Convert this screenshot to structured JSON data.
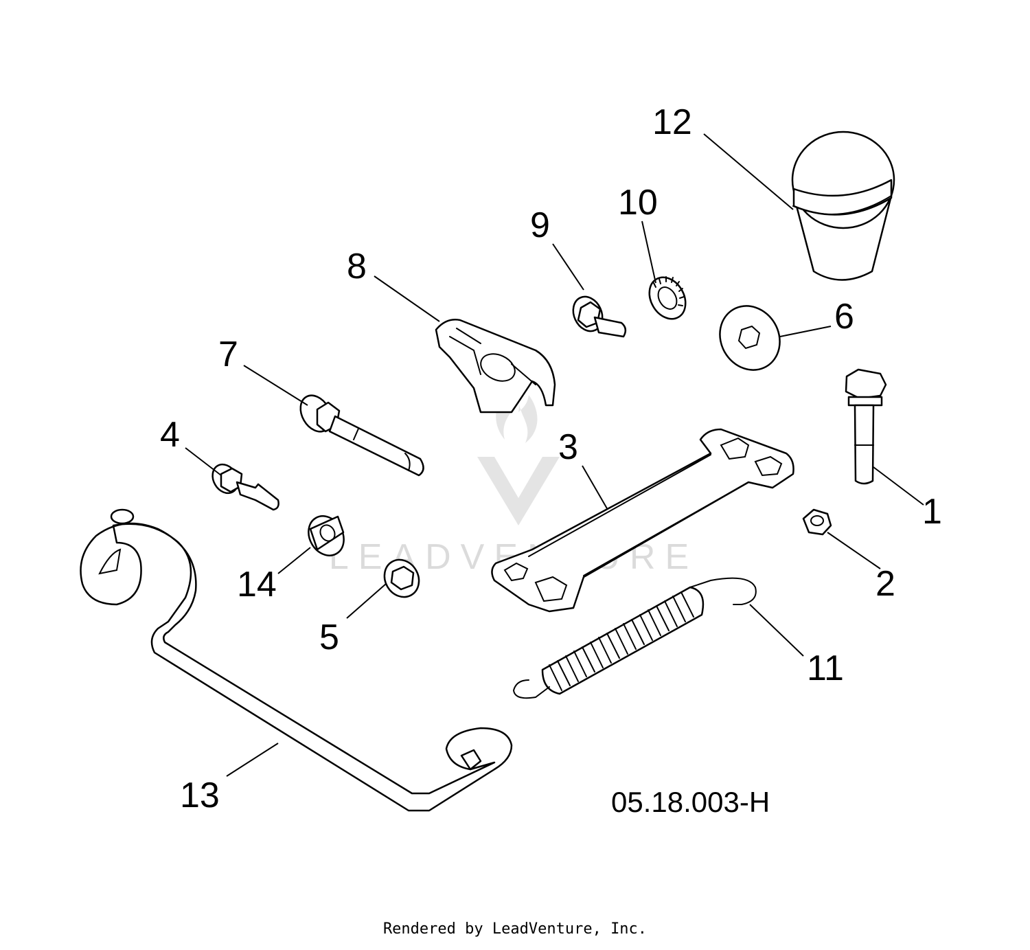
{
  "drawing_code": "05.18.003-H",
  "footer_text": "Rendered by LeadVenture, Inc.",
  "watermark": {
    "text": "LEADVENTURE"
  },
  "callouts": {
    "c1": "1",
    "c2": "2",
    "c3": "3",
    "c4": "4",
    "c5": "5",
    "c6": "6",
    "c7": "7",
    "c8": "8",
    "c9": "9",
    "c10": "10",
    "c11": "11",
    "c12": "12",
    "c13": "13",
    "c14": "14"
  },
  "colors": {
    "line": "#000000",
    "background": "#ffffff",
    "watermark": "#d8d8d8"
  }
}
